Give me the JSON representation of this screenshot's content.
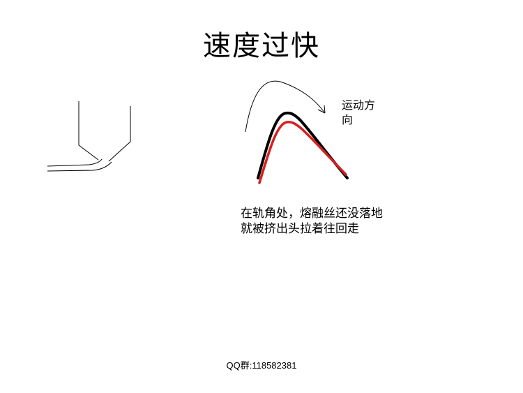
{
  "title": "速度过快",
  "direction_label": [
    "运动方",
    "向"
  ],
  "caption": [
    "在轨角处，熔融丝还没落地",
    "就被挤出头拉着往回走"
  ],
  "footer": "QQ群:118582381",
  "colors": {
    "outline": "#000000",
    "nozzle_path": "#000000",
    "extruded_filament": "#d62020"
  }
}
